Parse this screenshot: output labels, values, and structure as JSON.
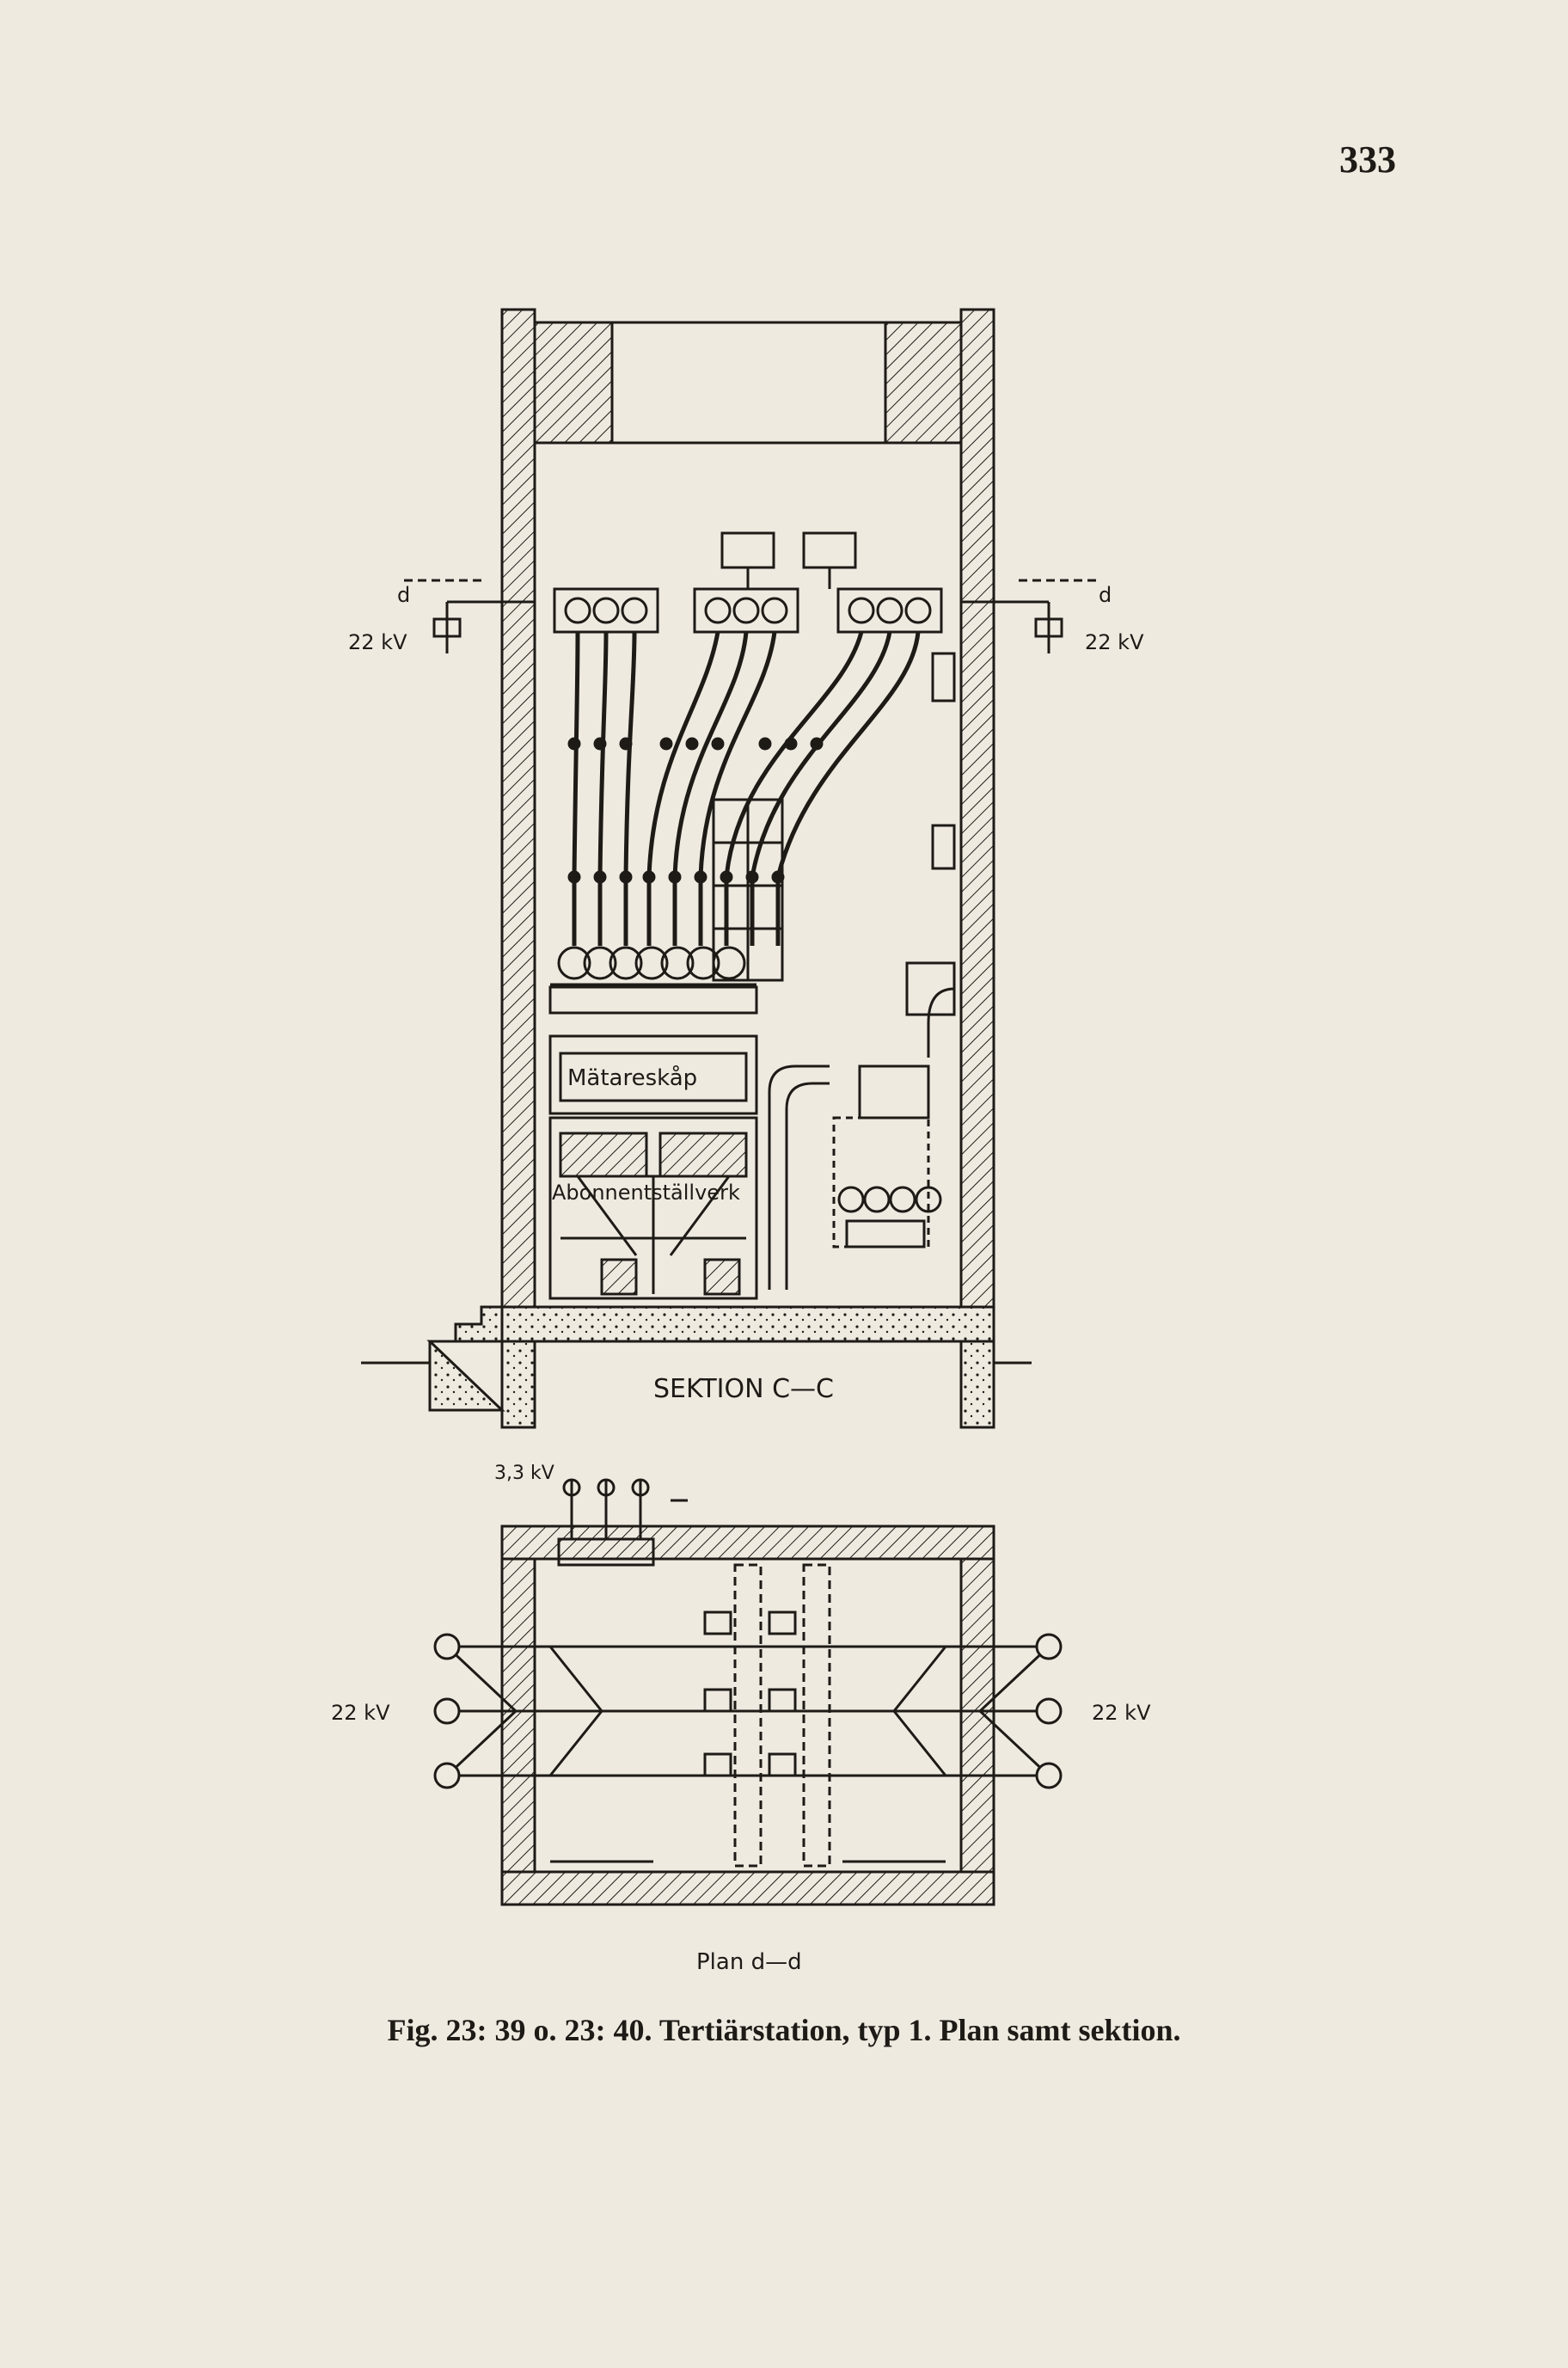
{
  "page_number": "333",
  "section": {
    "label_section": "SEKTION C—C",
    "label_meter_cabinet": "Mätareskåp",
    "label_subscriber_switchgear": "Abonnentställverk",
    "label_voltage_left": "22 kV",
    "label_voltage_right": "22 kV",
    "label_cut_left": "d",
    "label_cut_right": "d"
  },
  "plan": {
    "label_plan": "Plan d—d",
    "label_voltage_low": "3,3 kV",
    "label_voltage_left": "22 kV",
    "label_voltage_right": "22 kV"
  },
  "caption": "Fig. 23: 39 o. 23: 40. Tertiärstation, typ 1. Plan samt sektion.",
  "colors": {
    "paper": "#efeae0",
    "ink": "#1e1b17"
  }
}
